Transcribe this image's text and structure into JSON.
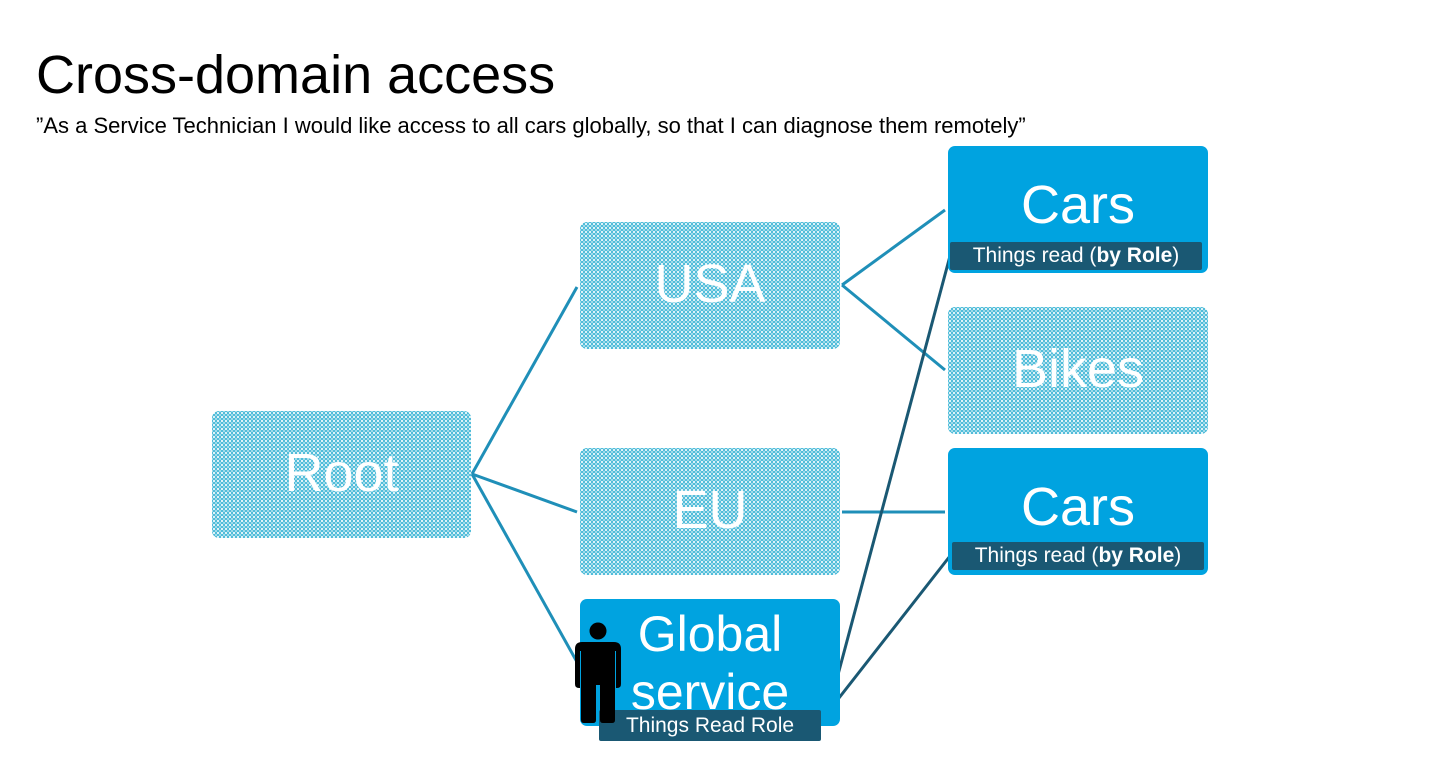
{
  "slide": {
    "title": "Cross-domain access",
    "subtitle": "”As a Service Technician I would like access to all cars globally, so that I can diagnose them remotely”"
  },
  "nodes": {
    "root": "Root",
    "usa": "USA",
    "eu": "EU",
    "global_service": "Global service",
    "usa_cars": "Cars",
    "usa_bikes": "Bikes",
    "eu_cars": "Cars"
  },
  "badges": {
    "usa_cars": {
      "prefix": "Things read (",
      "bold": "by Role",
      "suffix": ")"
    },
    "eu_cars": {
      "prefix": "Things read (",
      "bold": "by Role",
      "suffix": ")"
    },
    "global_service": "Things Read Role"
  },
  "colors": {
    "hierarchy_line": "#1f8fb8",
    "role_line": "#1a5873",
    "solid_node": "#00a3e0",
    "dotted_node": "#4fbcd9",
    "badge": "#1a5873"
  },
  "icons": {
    "user": "person-icon"
  }
}
